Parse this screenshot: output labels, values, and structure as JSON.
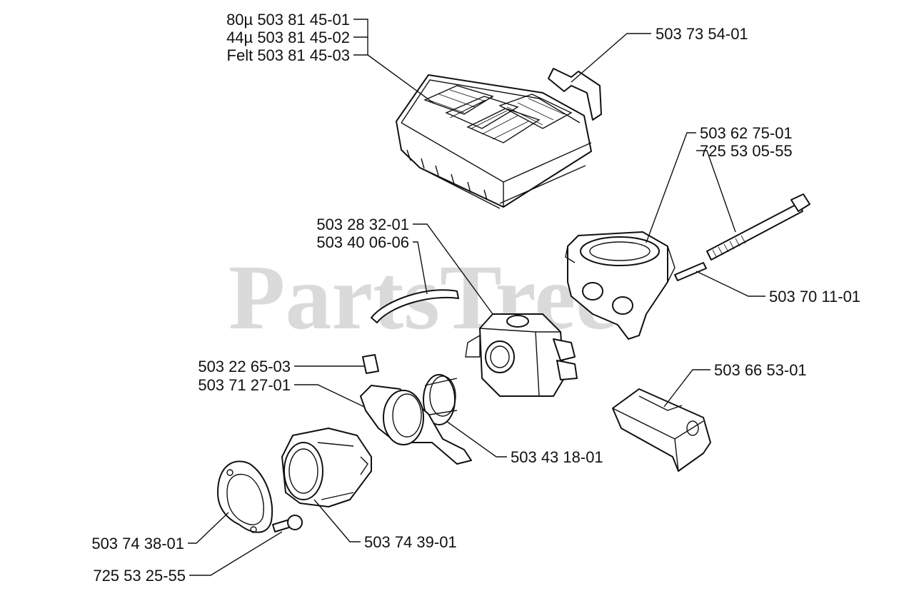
{
  "watermark": {
    "brand": "PartsTree"
  },
  "labels": {
    "air_filter_80": "80µ 503 81 45-01",
    "air_filter_44": "44µ 503 81 45-02",
    "air_filter_felt": "Felt 503 81 45-03",
    "bracket_top": "503 73 54-01",
    "intake_elbow": "503 62 75-01",
    "long_bolt": "725 53 05-55",
    "fuel_line": "503 28 32-01",
    "impulse_hose": "503 40 06-06",
    "sleeve_pin": "503 70 11-01",
    "clip": "503 22 65-03",
    "flange": "503 71 27-01",
    "throttle_link": "503 66 53-01",
    "rubber_ring": "503 43 18-01",
    "gasket": "503 74 38-01",
    "boot": "503 74 39-01",
    "screw": "725 53 25-55"
  },
  "colors": {
    "line": "#111111",
    "watermark": "#bdbdbd"
  }
}
